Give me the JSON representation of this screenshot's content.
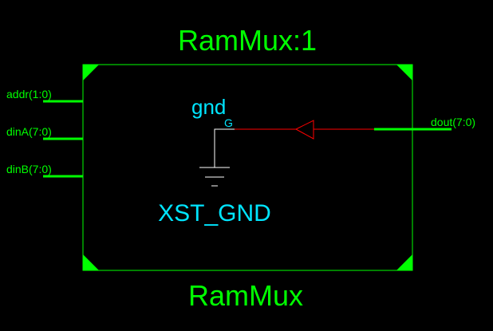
{
  "schematic": {
    "instance_name": "RamMux:1",
    "module_name": "RamMux",
    "input_ports": [
      {
        "label": "addr(1:0)"
      },
      {
        "label": "dinA(7:0)"
      },
      {
        "label": "dinB(7:0)"
      }
    ],
    "output_ports": [
      {
        "label": "dout(7:0)"
      }
    ],
    "ground_cell": {
      "instance": "gnd",
      "pin": "G",
      "primitive": "XST_GND"
    },
    "colors": {
      "background": "#000000",
      "block": "#00ff00",
      "instance_text": "#00e5ff",
      "net": "#ff0000",
      "wire": "#ffffff"
    }
  }
}
